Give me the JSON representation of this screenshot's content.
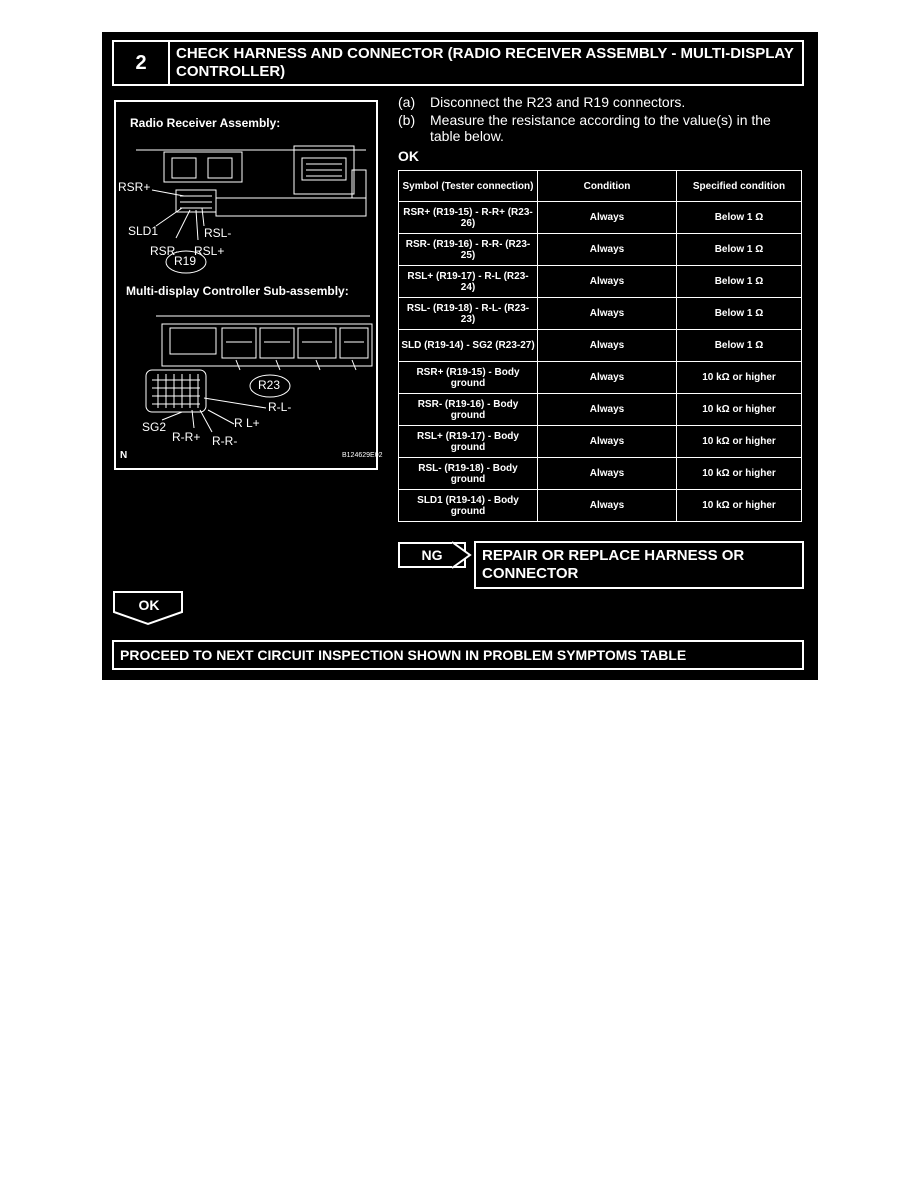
{
  "step": {
    "number": "2",
    "title": "CHECK HARNESS AND CONNECTOR (RADIO RECEIVER ASSEMBLY - MULTI-DISPLAY CONTROLLER)"
  },
  "diagram": {
    "title_top": "Radio Receiver Assembly:",
    "title_bottom": "Multi-display Controller Sub-assembly:",
    "labels_top": [
      "RSR+",
      "SLD1",
      "RSL-",
      "RSR-",
      "RSL+"
    ],
    "connector_top": "R19",
    "labels_bottom": [
      "R-L-",
      "SG2",
      "R L+",
      "R-R+",
      "R-R-"
    ],
    "connector_bottom": "R23",
    "corner_mark": "N",
    "figure_code": "B124629E02"
  },
  "instructions": [
    {
      "marker": "(a)",
      "text": "Disconnect the R23 and R19 connectors."
    },
    {
      "marker": "(b)",
      "text": "Measure the resistance according to the value(s) in the table below."
    }
  ],
  "ok_heading": "OK",
  "table": {
    "headers": [
      "Symbol (Tester connection)",
      "Condition",
      "Specified condition"
    ],
    "rows": [
      {
        "symbol": "RSR+ (R19-15) - R-R+ (R23-26)",
        "condition": "Always",
        "spec": "Below 1 Ω"
      },
      {
        "symbol": "RSR- (R19-16) - R-R- (R23-25)",
        "condition": "Always",
        "spec": "Below 1 Ω"
      },
      {
        "symbol": "RSL+ (R19-17) - R-L (R23-24)",
        "condition": "Always",
        "spec": "Below 1 Ω"
      },
      {
        "symbol": "RSL- (R19-18) - R-L- (R23-23)",
        "condition": "Always",
        "spec": "Below 1 Ω"
      },
      {
        "symbol": "SLD (R19-14) - SG2 (R23-27)",
        "condition": "Always",
        "spec": "Below 1 Ω"
      },
      {
        "symbol": "RSR+ (R19-15) - Body ground",
        "condition": "Always",
        "spec": "10 kΩ or higher"
      },
      {
        "symbol": "RSR- (R19-16) - Body ground",
        "condition": "Always",
        "spec": "10 kΩ or higher"
      },
      {
        "symbol": "RSL+ (R19-17) - Body ground",
        "condition": "Always",
        "spec": "10 kΩ or higher"
      },
      {
        "symbol": "RSL- (R19-18) - Body ground",
        "condition": "Always",
        "spec": "10 kΩ or higher"
      },
      {
        "symbol": "SLD1 (R19-14) - Body ground",
        "condition": "Always",
        "spec": "10 kΩ or higher"
      }
    ]
  },
  "ng": {
    "label": "NG",
    "action": "REPAIR OR REPLACE HARNESS OR CONNECTOR"
  },
  "ok_button": "OK",
  "proceed": "PROCEED TO NEXT CIRCUIT INSPECTION SHOWN IN PROBLEM SYMPTOMS TABLE"
}
